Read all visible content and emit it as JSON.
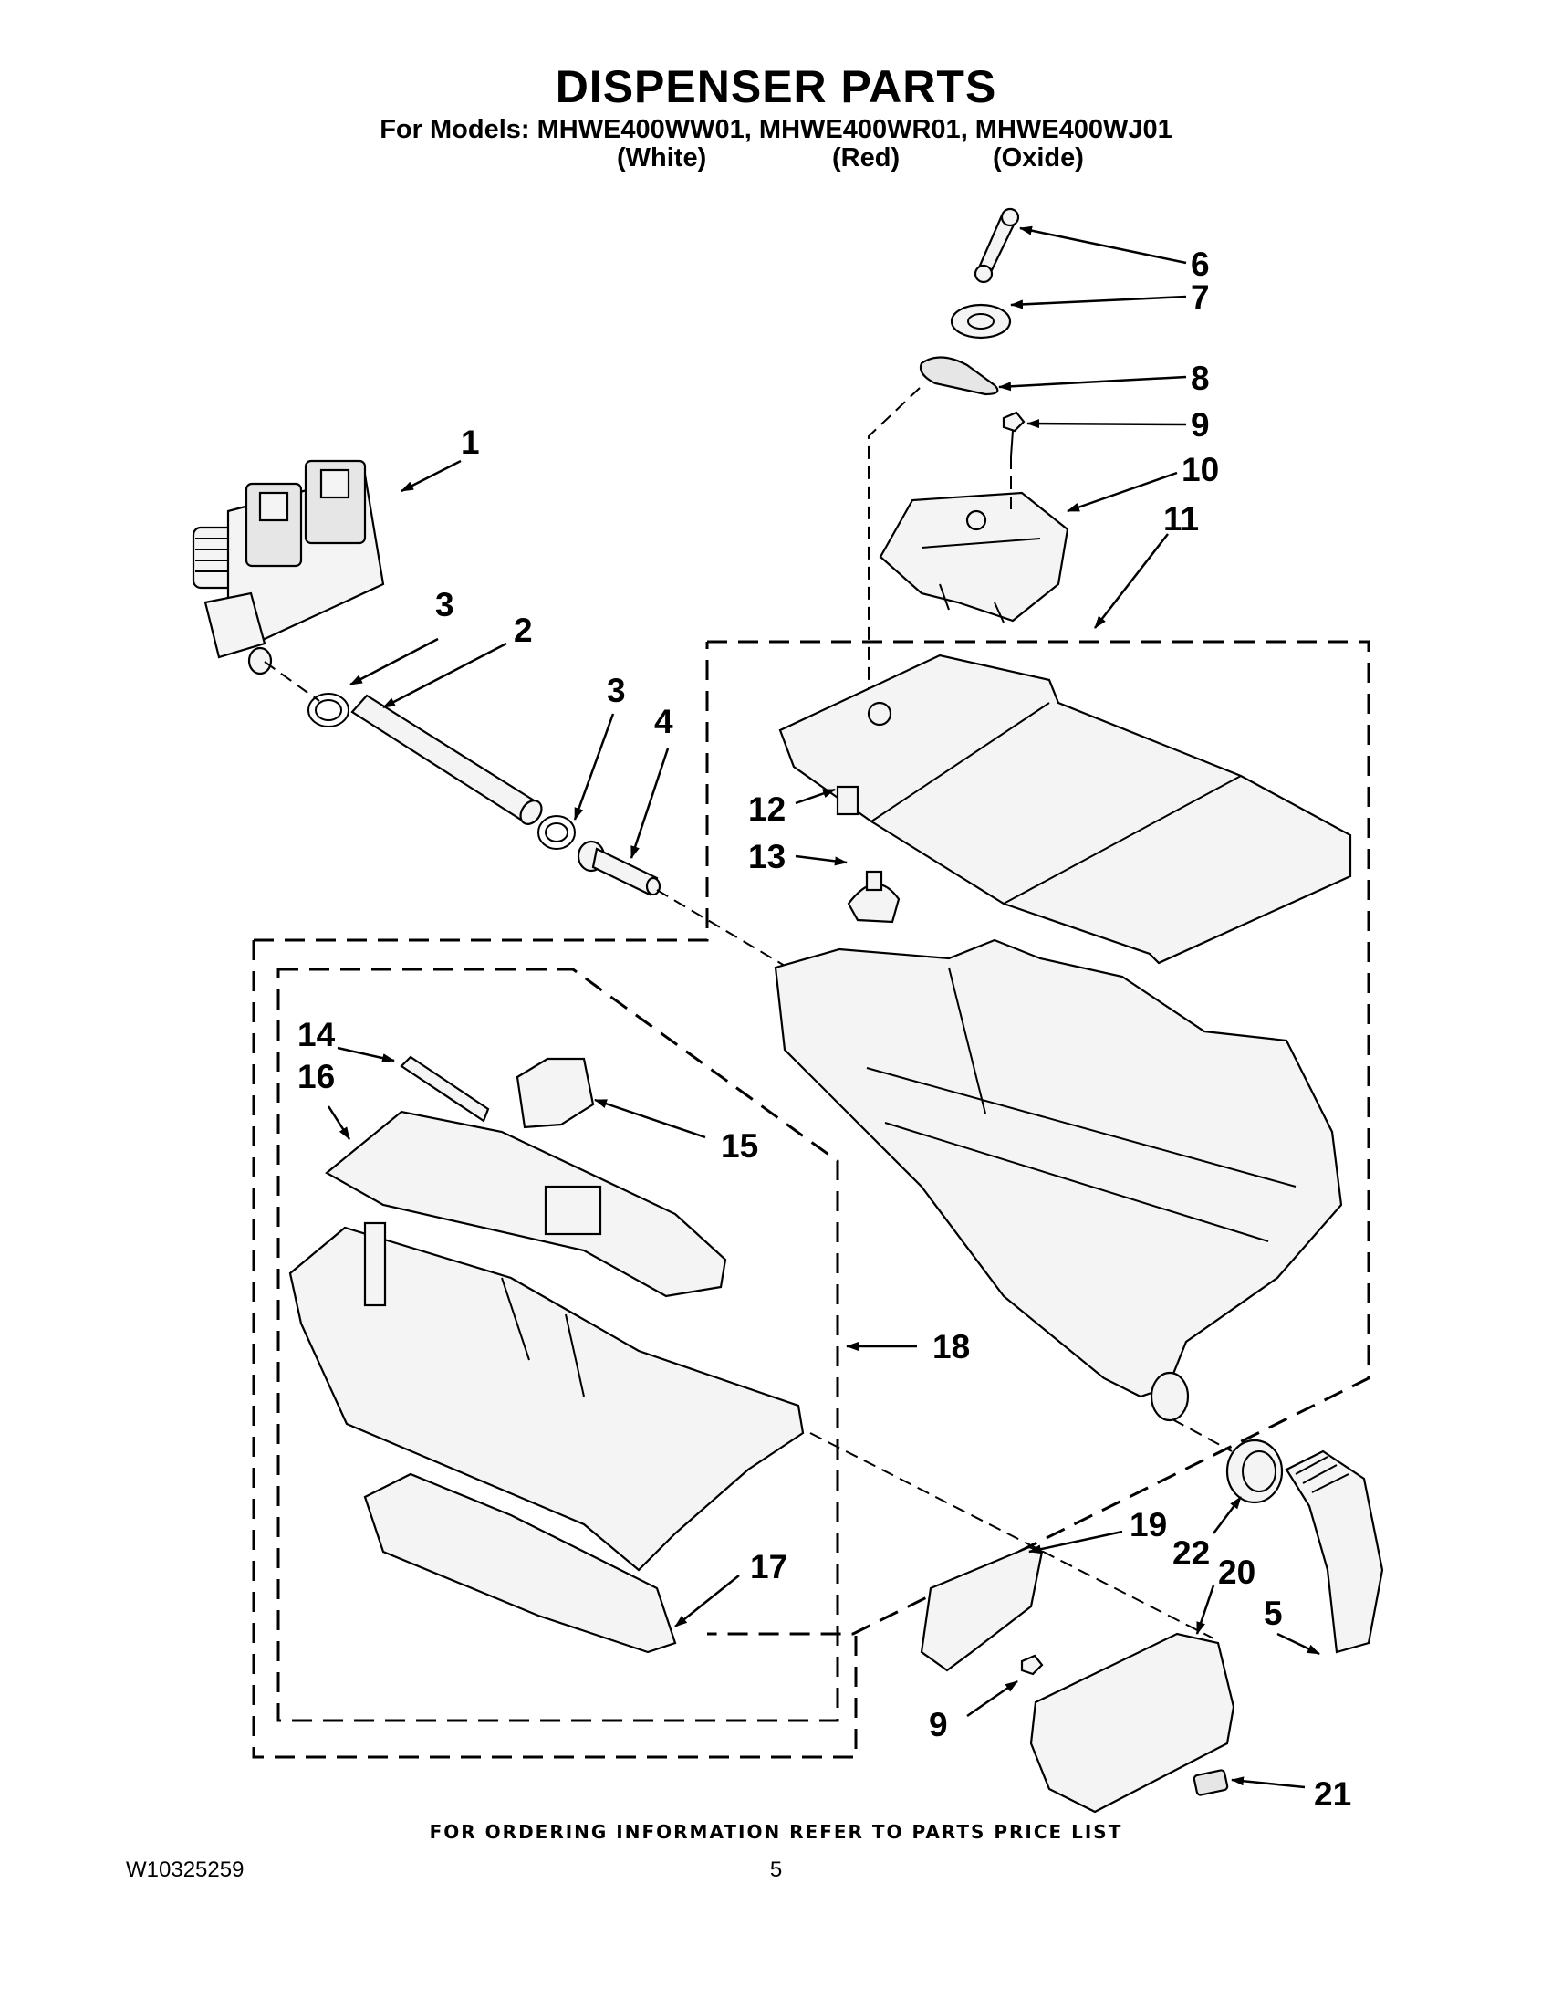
{
  "header": {
    "title": "DISPENSER PARTS",
    "models_line": "For Models: MHWE400WW01, MHWE400WR01, MHWE400WJ01",
    "colors": [
      "(White)",
      "(Red)",
      "(Oxide)"
    ]
  },
  "callouts": {
    "c1": "1",
    "c2": "2",
    "c3a": "3",
    "c3b": "3",
    "c4": "4",
    "c5": "5",
    "c6": "6",
    "c7": "7",
    "c8": "8",
    "c9a": "9",
    "c9b": "9",
    "c10": "10",
    "c11": "11",
    "c12": "12",
    "c13": "13",
    "c14": "14",
    "c15": "15",
    "c16": "16",
    "c17": "17",
    "c18": "18",
    "c19": "19",
    "c20": "20",
    "c21": "21",
    "c22": "22"
  },
  "footer": {
    "note": "FOR ORDERING INFORMATION REFER TO PARTS PRICE LIST",
    "doc_number": "W10325259",
    "page_number": "5"
  }
}
